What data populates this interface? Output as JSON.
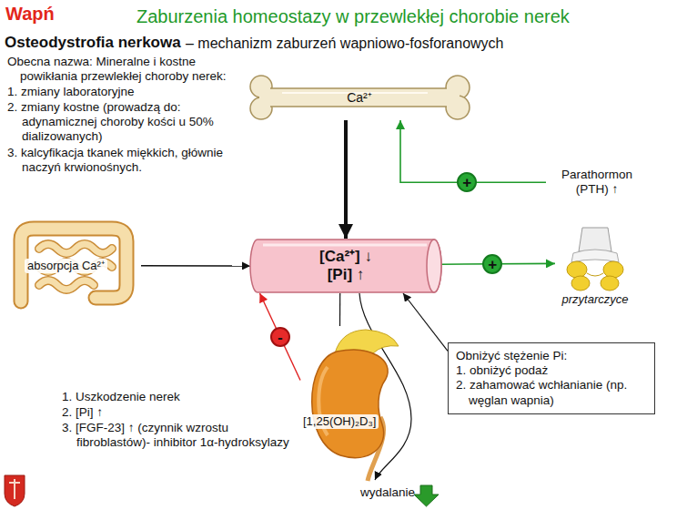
{
  "diagram": {
    "title": "Zaburzenia homeostazy w przewlekłej chorobie nerek",
    "nodes": [
      {
        "text": [
          "Ca²⁺"
        ]
      },
      {
        "text": [
          "Parathormon (PTH) ↑"
        ]
      },
      {
        "text": [
          "absorpcja Ca²⁺"
        ]
      },
      {
        "text": [
          "[Ca²⁺] ↓",
          "[Pi] ↑"
        ]
      },
      {
        "text": [
          "przytarczyce"
        ]
      },
      {
        "text": [
          "[1,25(OH)₂D₃]"
        ]
      },
      {
        "text": [
          "Obniżyć stężenie Pi:",
          "1. obniżyć podaż",
          "2. zahamować wchłanianie (np. węglan wapnia)"
        ]
      }
    ],
    "edges": [
      {
        "from": 0,
        "to": 3,
        "arrow": "to"
      },
      {
        "from": 1,
        "to": 0,
        "arrow": "to",
        "label": "+"
      },
      {
        "from": 2,
        "to": 3,
        "arrow": "to"
      },
      {
        "from": 3,
        "to": 4,
        "arrow": "to",
        "label": "+"
      },
      {
        "from": 5,
        "to": 3,
        "arrow": "to",
        "label": "-"
      },
      {
        "from": 3,
        "to": 5,
        "arrow": "none"
      },
      {
        "from": 6,
        "to": 3,
        "arrow": "to"
      }
    ],
    "labels": [
      "Wapń",
      "Osteodystrofia nerkowa",
      "– mechanizm zaburzeń wapniowo-fosforanowych",
      "Obecna nazwa: Mineralne i kostne powikłania przewlekłej choroby nerek:",
      "1. zmiany laboratoryjne",
      "2. zmiany kostne (prowadzą do: adynamicznej choroby kości u 50% dializowanych)",
      "3. kalcyfikacja tkanek miękkich, głównie naczyń krwionośnych.",
      "1. Uszkodzenie nerek",
      "2. [Pi] ↑",
      "3. [FGF-23] ↑ (czynnik wzrostu fibroblastów)- inhibitor 1α-hydroksylazy",
      "wydalanie"
    ]
  }
}
